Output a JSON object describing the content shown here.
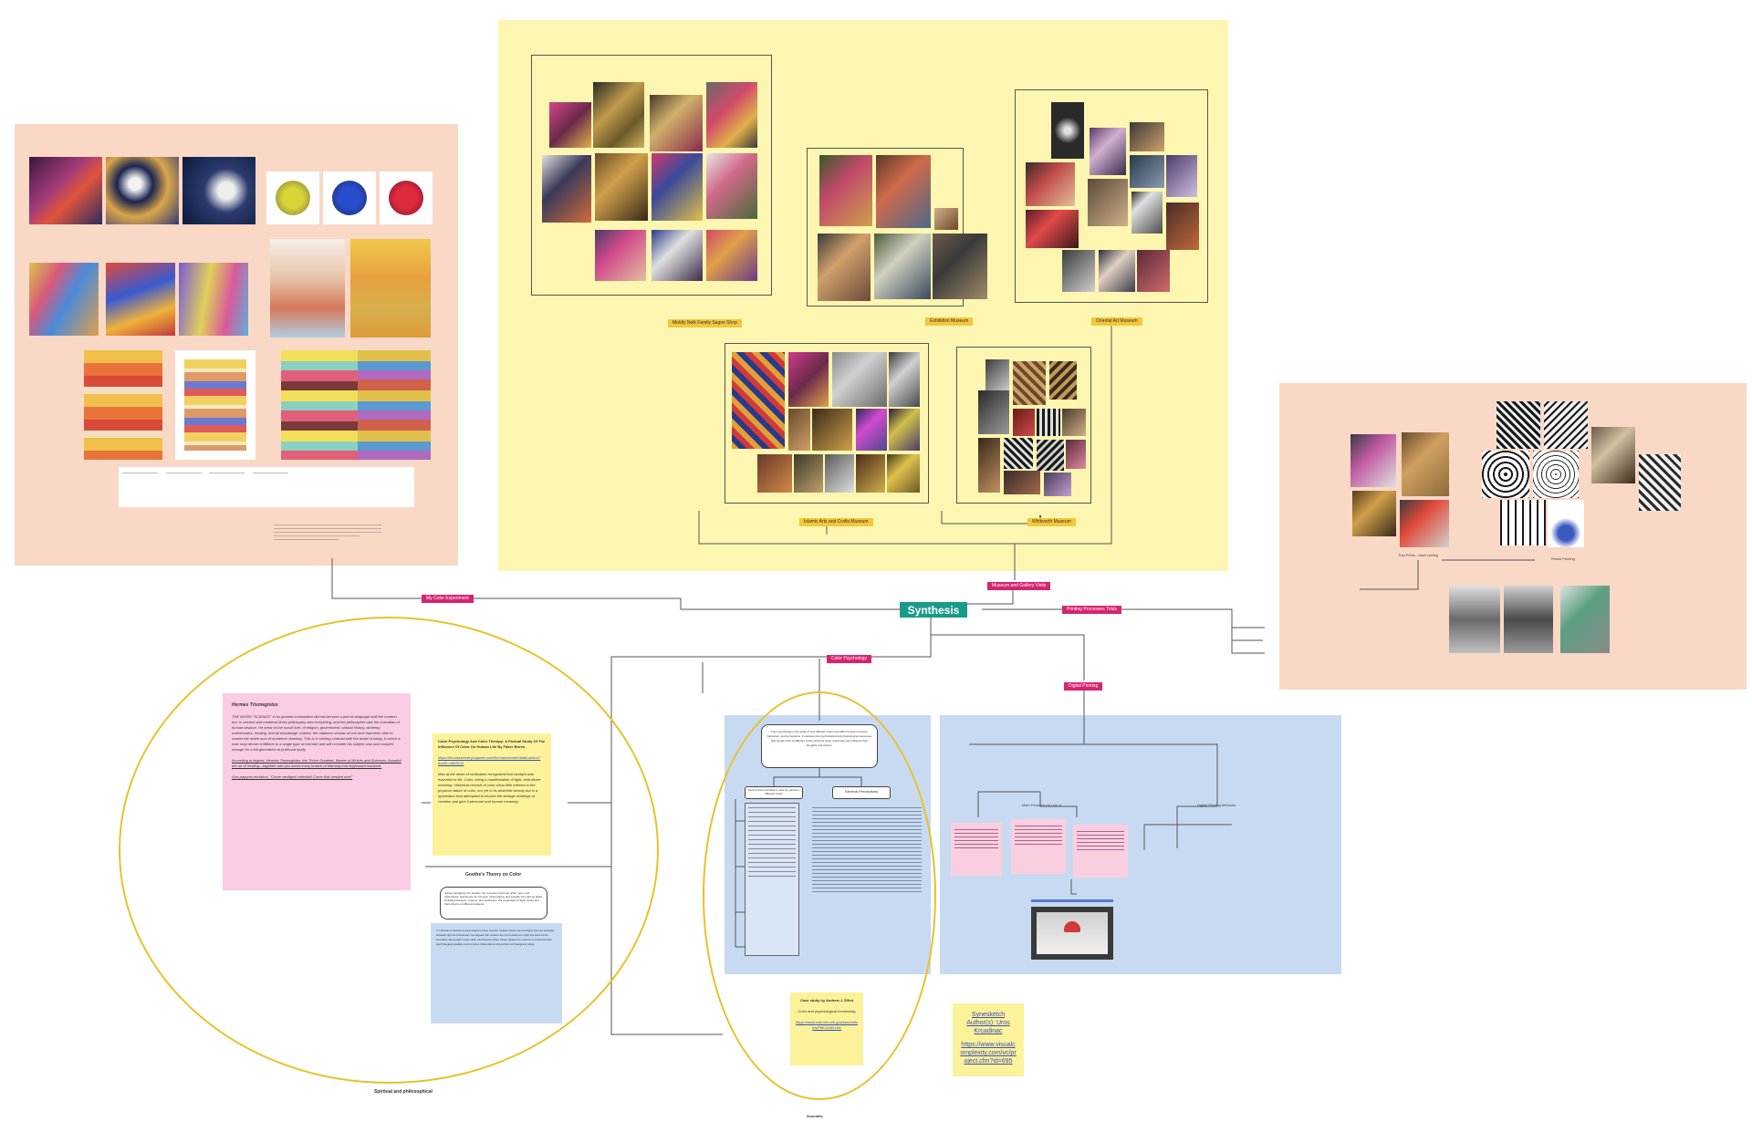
{
  "central": {
    "label": "Synthesis"
  },
  "tags": {
    "my_color_experiment": "My Color Experiment",
    "museum_gallery": "Museum and Gallery Visits",
    "printing_processes": "Printing Processes Trials",
    "color_psychology": "Color Psychology",
    "digital_printing": "Digital Printing",
    "mold_tag": "Moldly Nelk Family Sagne Shop",
    "exhibition_museum": "Exhibition Museum",
    "oriental_museum": "Oriental Art Museum",
    "islamic_art": "Islamic Arts and Crafts Museum",
    "whitworth": "Whitworth Museum"
  },
  "hermes": {
    "title": "Hermes Trismegistus",
    "body": "THE WORD \"SCIENCE\" in its present connotation did not become a part of language until the modern era. In ancient and medieval times philosophy was everything, and the philosopher was the custodian of human wisdom. He knew of the occult lore, of religion, government, natural history, alchemy, mathematics, healing, and all knowledge. Indeed, the radiance scholar of one time had been able to master the entire sum of academic learning. This is in striking contrast with the world of today, in which a man may devote a lifetime to a single type of microbe and still consider his subject vast and complex enough for a full generation of profound study.",
    "legend": "According to legend, Hermes Trismegistus, the Thrice Greatest, Master of All Arts and Sciences, founded the art of healing—together with just about every branch of learning that engrossed mankind.",
    "quote": "One papyrus exclaims, \"Come verdigris! celestial! Come that verdant one!\""
  },
  "faber_note": {
    "title": "Color Psychology And Color Therapy: A Factual Study Of The Influence Of Color On Human Life By Faber Birren",
    "link": "https://ebookcentral.proquest.com/lib/manchester/detail.action?docID=4863131",
    "body": "Man at the dawn of civilization recognized that sunlight was essential to life. Color, being a manifestation of light, held divine meaning. Historical records of color show little interest in the physical nature of color, nor yet in its aesthetic beauty but in a symbolism that attempted to involve the strange workings of creation and give it personal and human meaning."
  },
  "goethe": {
    "heading": "Goethe's Theory on Color",
    "summary": "Johann Wolfgang von Goethe, the renowned German writer, poet, and philosopher, was known for his keen observations and insights into various fields, including literature, science, and aesthetics. His exploration of light, colors and their effects on different subjects.",
    "detail": "In contrast to Newton's wave-based model, Goethe viewed colours as emerging from an interplay between light and darkness. He argued that colours are not contained in light but arise at the boundary where light meets dark. His famous colour wheel relates the colours to emotional and psychological qualities and remains influential among artists and designers today."
  },
  "psych_root": "Color psychology is the study of how different colors can affect human emotions, behaviors, and perceptions. It explores the psychological and physiological responses that people have to different colors and how these responses can influence their thoughts and actions.",
  "psych_children": {
    "left": "Factors that contribute to how we perceive different colors",
    "right": "General Perceptions"
  },
  "case_study": {
    "title": "Case study by Andrew J. Elliot",
    "subtitle": "Color and psychological functioning",
    "link": "https://www.ncbi.nlm.nih.gov/pmc/articles/PMC4383146/"
  },
  "synesketch": {
    "text": "Synesketch Author(s): Uros Krcadinac",
    "link": "https://www.visualcomplexity.com/vc/project.cfm?id=695"
  },
  "digital_branches": {
    "left": "Main Features on Use It",
    "right": "Digital Printing Methods"
  },
  "printing_labels": {
    "first": "Trial Prints - laser cutting",
    "second": "Resist Printing"
  },
  "footer": {
    "spiritual": "Spiritual and philosophical",
    "scientific": "Scientific"
  }
}
